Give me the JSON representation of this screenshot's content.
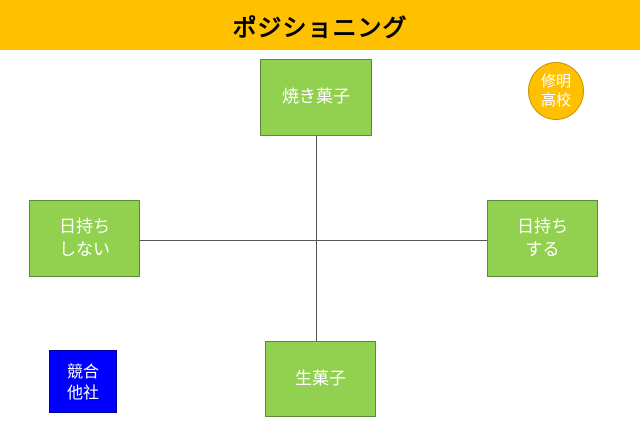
{
  "title": "ポジショニング",
  "boxes": {
    "top": "焼き菓子",
    "left": "日持ち\nしない",
    "right": "日持ち\nする",
    "bottom": "生菓子"
  },
  "self_marker": "修明\n高校",
  "competitor": "競合\n他社",
  "colors": {
    "title_bar": "#FFC000",
    "category_box": "#92D050",
    "self_marker": "#FFC000",
    "competitor": "#0000FF"
  }
}
